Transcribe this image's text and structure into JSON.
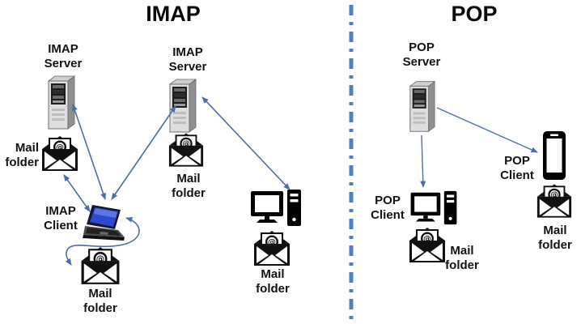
{
  "titles": {
    "imap": "IMAP",
    "pop": "POP"
  },
  "colors": {
    "arrow": "#4a6fa8",
    "separator": "#4f81bd",
    "icon_black": "#111111",
    "laptop_screen": "#2c49cf"
  },
  "imap": {
    "server1_label": "IMAP\nServer",
    "server2_label": "IMAP\nServer",
    "client_label": "IMAP\nClient",
    "mail_folder_left_label": "Mail\nfolder",
    "mail_folder_mid_label": "Mail\nfolder",
    "mail_folder_client_label": "Mail\nfolder",
    "mail_folder_desktop_label": "Mail\nfolder"
  },
  "pop": {
    "server_label": "POP\nServer",
    "client_desktop_label": "POP\nClient",
    "client_phone_label": "POP\nClient",
    "mail_folder_desktop_label": "Mail\nfolder",
    "mail_folder_phone_label": "Mail\nfolder"
  }
}
